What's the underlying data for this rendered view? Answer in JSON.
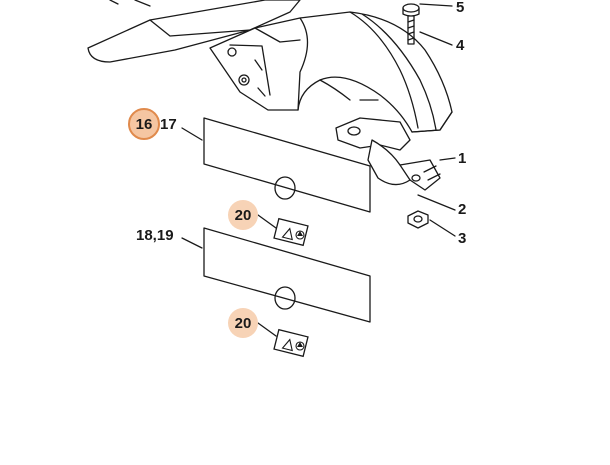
{
  "diagram": {
    "callouts": {
      "c16": "16",
      "c17": "17",
      "c18_19": "18,19",
      "c20a": "20",
      "c20b": "20",
      "c1": "1",
      "c2": "2",
      "c3": "3",
      "c4": "4",
      "c5": "5"
    },
    "colors": {
      "line": "#1a1a1a",
      "highlight_fill": "#f5c6a2",
      "highlight_ring": "#e08a4c",
      "highlight_soft": "#f7d3b6"
    },
    "icons": [
      "warning-triangle-icon",
      "blade-rotation-icon"
    ]
  }
}
